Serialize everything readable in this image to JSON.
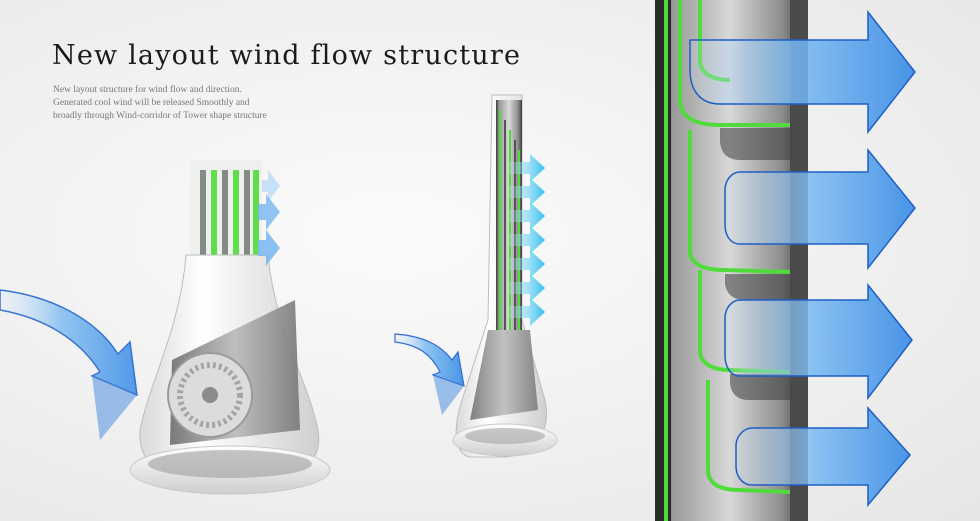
{
  "header": {
    "title": "New layout wind flow structure",
    "description_lines": [
      "New layout structure for  wind flow and direction.",
      "Generated cool wind will be released Smoothly and",
      "broadly through Wind-corridor of Tower shape structure"
    ]
  },
  "colors": {
    "accent_green": "#4fdc3a",
    "arrow_blue": "#5aa8ee",
    "arrow_blue_dark": "#1f5fc4",
    "arrow_cyan": "#3fc7ee",
    "body_white": "#f4f4f4",
    "interior_gray": "#8a8a8a"
  }
}
